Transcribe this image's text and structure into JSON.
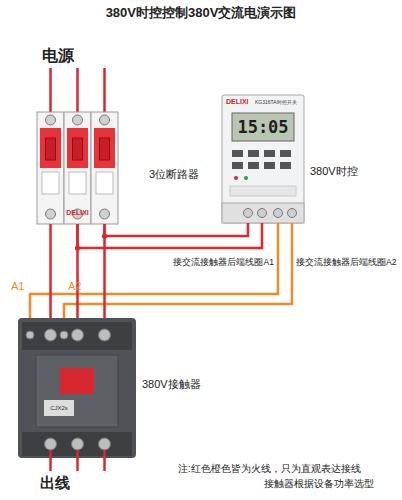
{
  "diagram": {
    "title": "380V时控控制380V交流电演示图",
    "nodes": [
      {
        "text": [
          "DELIXI",
          "3位断路器"
        ]
      },
      {
        "text": [
          "DELIXI",
          "KG316TA时控开关",
          "15:05",
          "380V时控"
        ]
      },
      {
        "text": [
          "CJX2s",
          "380V接触器"
        ]
      }
    ],
    "edges": [
      {
        "from": 0,
        "to": 1,
        "arrow": "none"
      },
      {
        "from": 0,
        "to": 1,
        "arrow": "none"
      },
      {
        "from": 1,
        "to": 2,
        "arrow": "none",
        "label": "接交流接触器后端线圈A1"
      },
      {
        "from": 1,
        "to": 2,
        "arrow": "none",
        "label": "接交流接触器后端线圈A2"
      },
      {
        "from": 0,
        "to": 2,
        "arrow": "none"
      },
      {
        "from": 0,
        "to": 2,
        "arrow": "none"
      },
      {
        "from": 0,
        "to": 2,
        "arrow": "none"
      }
    ],
    "labels": [
      "电源",
      "A1",
      "A2",
      "出线",
      "注:红色橙色皆为火线，只为直观表达接线",
      "接触器根据设备功率选型"
    ]
  }
}
